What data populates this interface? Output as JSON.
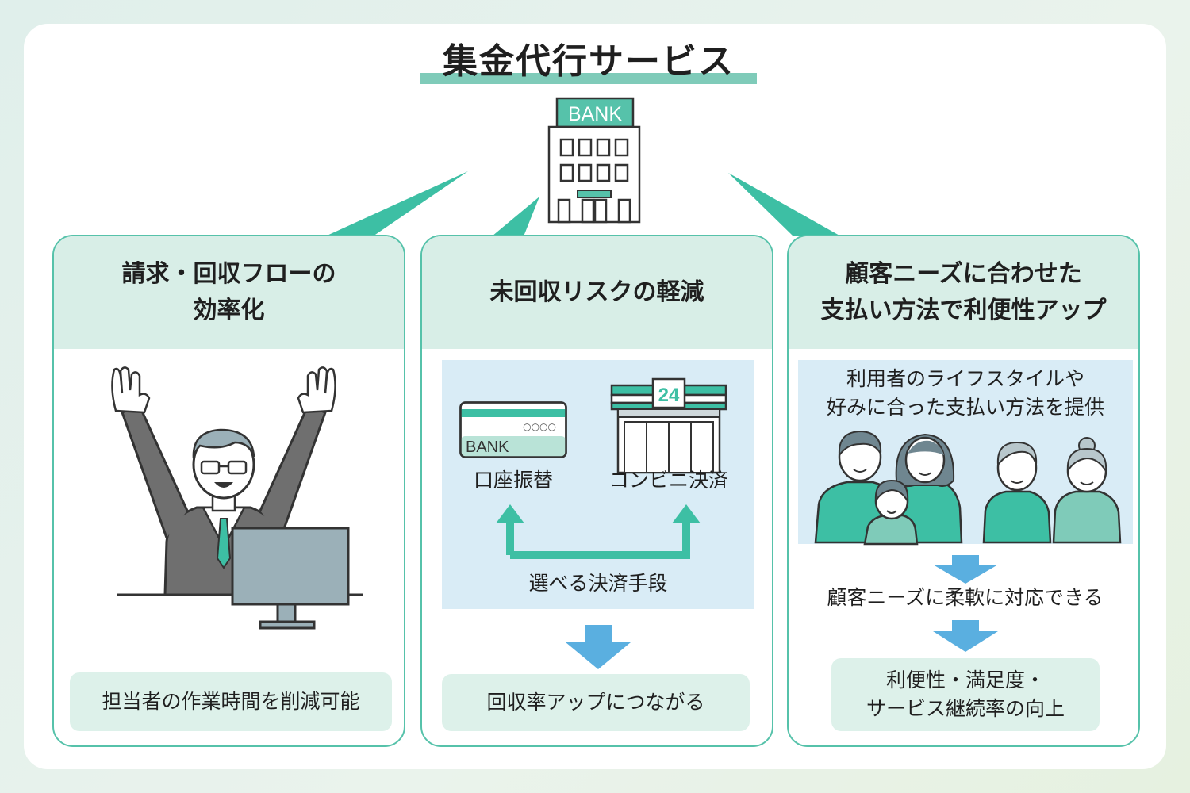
{
  "title": "集金代行サービス",
  "bank_label": "BANK",
  "panels": [
    {
      "heading": [
        "請求・回収フローの",
        "効率化"
      ],
      "result": "担当者の作業時間を削減可能"
    },
    {
      "heading": [
        "未回収リスクの軽減"
      ],
      "card_label": "BANK",
      "card_dots": "○○○○",
      "store_sign": "24",
      "method1": "口座振替",
      "method2": "コンビニ決済",
      "methods_caption": "選べる決済手段",
      "result": "回収率アップにつながる"
    },
    {
      "heading": [
        "顧客ニーズに合わせた",
        "支払い方法で利便性アップ"
      ],
      "intro": [
        "利用者のライフスタイルや",
        "好みに合った支払い方法を提供"
      ],
      "middle": "顧客ニーズに柔軟に対応できる",
      "result": [
        "利便性・満足度・",
        "サービス継続率の向上"
      ]
    }
  ],
  "colors": {
    "accent": "#3dbfa4",
    "border": "#56c2aa",
    "header_bg": "#d8eee7",
    "pill_bg": "#ddf1ea",
    "blue_box": "#d9ecf6",
    "blue_arrow": "#5aafe0"
  }
}
